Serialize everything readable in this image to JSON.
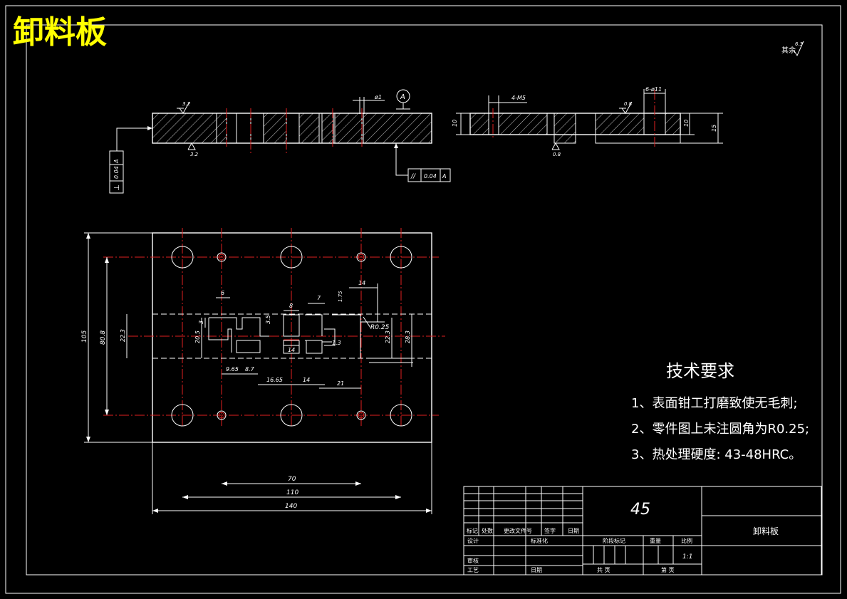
{
  "title": "卸料板",
  "roughness_other": "其余",
  "roughness_other_value": "6.3",
  "section": {
    "roughness_top": "3.2",
    "roughness_bottom": "3.2",
    "hole_dia": "ø1",
    "datum": "A",
    "perp_symbol": "⊥",
    "perp_tol": "0.04",
    "perp_datum": "A",
    "par_symbol": "//",
    "par_tol": "0.04",
    "par_datum": "A",
    "holes_4": "4-M5",
    "holes_6": "6-ø11",
    "rough_r1": "0.8",
    "rough_r2": "0.8",
    "dim_10a": "10",
    "dim_10b": "10",
    "dim_15": "15"
  },
  "plan": {
    "dim_105": "105",
    "dim_80": "80.8",
    "dim_223": "22.3",
    "dim_205": "20.5",
    "dim_6": "6",
    "dim_3": "3",
    "dim_35": "3.5",
    "dim_8": "8",
    "dim_7": "7",
    "dim_175": "1.75",
    "dim_14a": "14",
    "dim_r025": "R0.25",
    "dim_14b": "14",
    "dim_13": "1.3",
    "dim_223b": "22.3",
    "dim_283": "28.3",
    "dim_965": "9.65",
    "dim_87": "8.7",
    "dim_1665": "16.65",
    "dim_14c": "14",
    "dim_21": "21",
    "dim_70": "70",
    "dim_110": "110",
    "dim_140": "140"
  },
  "tech": {
    "heading": "技术要求",
    "item1": "1、表面钳工打磨致使无毛刺;",
    "item2": "2、零件图上未注圆角为R0.25;",
    "item3": "3、热处理硬度: 43-48HRC。"
  },
  "titleblock": {
    "material": "45",
    "part_name": "卸料板",
    "mark": "标记",
    "count": "处数",
    "change_doc": "更改文件号",
    "sign": "签字",
    "date": "日期",
    "design": "设计",
    "standard": "标准化",
    "stage_mark": "阶段标记",
    "weight": "重量",
    "scale": "比例",
    "scale_value": "1:1",
    "review": "审核",
    "process": "工艺",
    "date2": "日期",
    "sheets_total": "共  页",
    "sheet_no": "第  页"
  }
}
